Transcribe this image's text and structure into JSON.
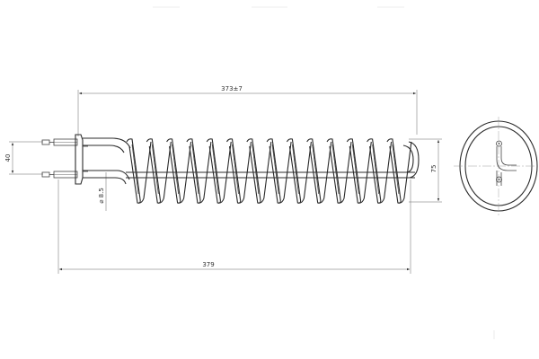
{
  "dimensions": {
    "overall_length_tolerance": "373±7",
    "total_length": "379",
    "terminal_spacing": "40",
    "coil_diameter": "75",
    "tube_diameter": "⌀ 8.5"
  },
  "drawing": {
    "coil_turns": 14
  }
}
